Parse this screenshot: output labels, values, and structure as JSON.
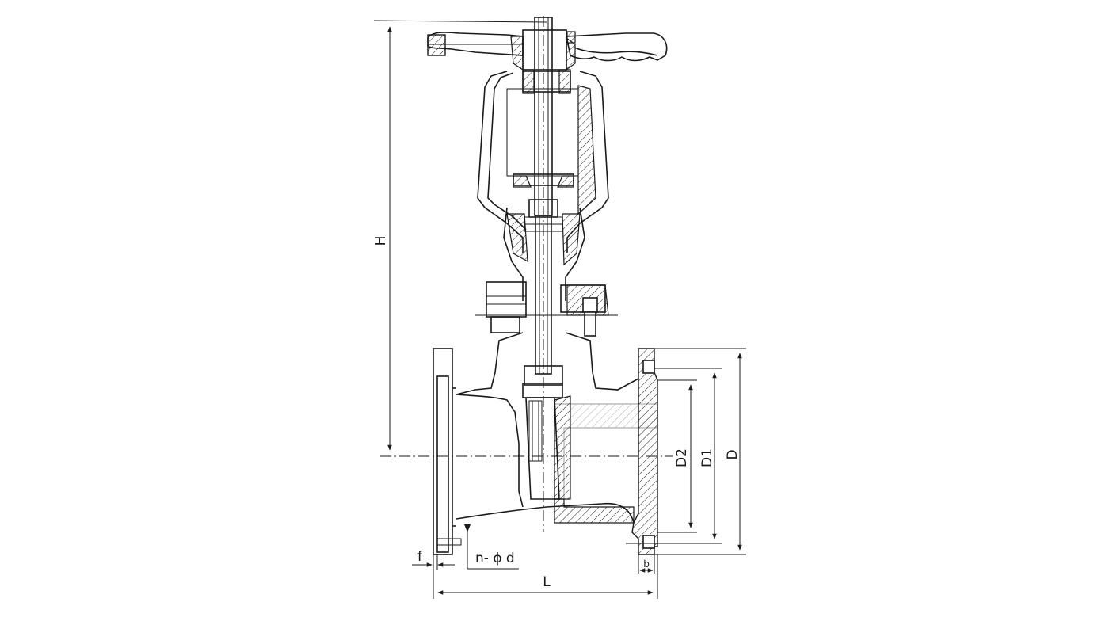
{
  "drawing": {
    "subject": "gate-valve-section",
    "dimensions": {
      "height": "H",
      "length": "L",
      "flange_outer": "D",
      "bolt_circle": "D1",
      "raised_face": "D2",
      "bolt_holes": "n- ϕ d",
      "face_height": "f",
      "flange_thickness": "b"
    }
  }
}
